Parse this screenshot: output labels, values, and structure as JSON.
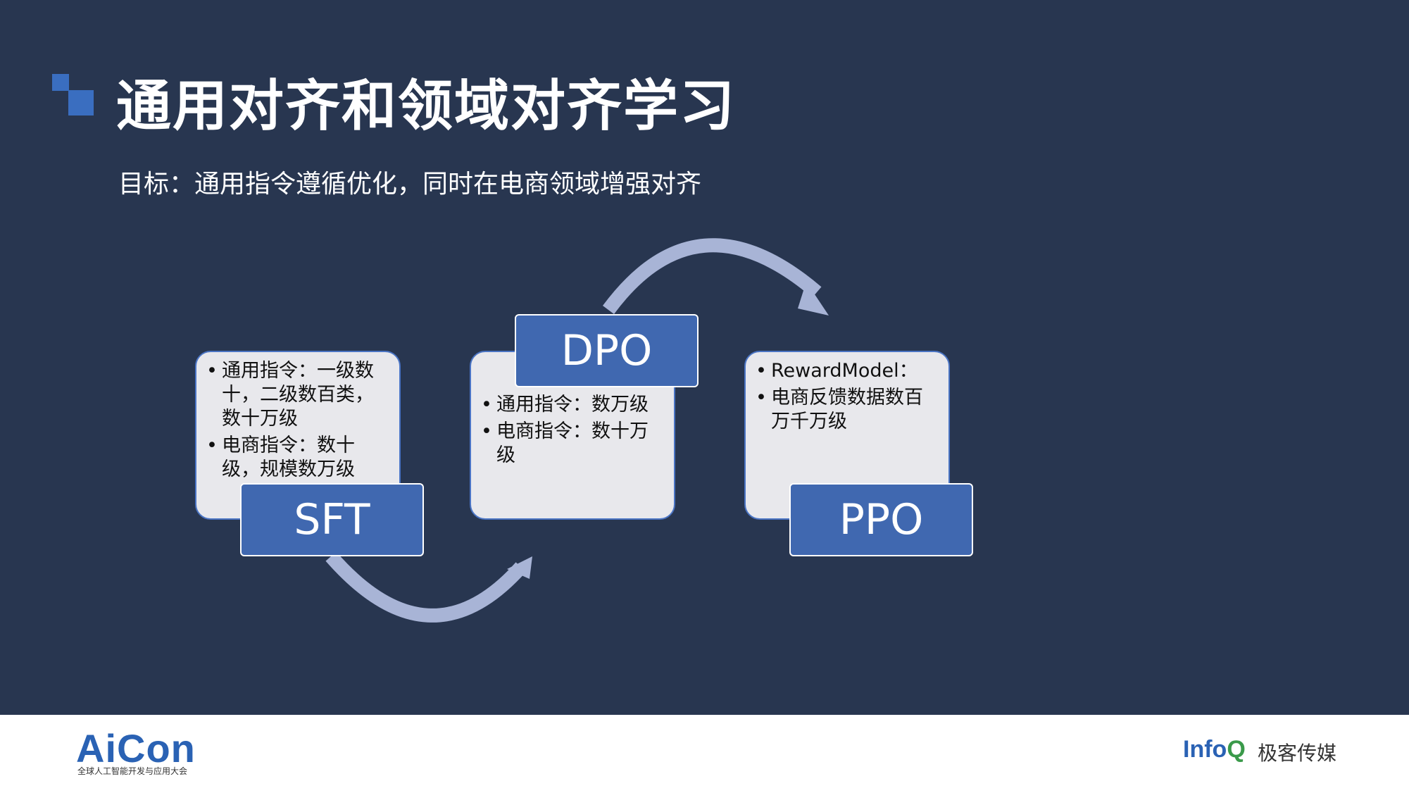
{
  "slide": {
    "title": "通用对齐和领域对齐学习",
    "subtitle": "目标：通用指令遵循优化，同时在电商领域增强对齐"
  },
  "stages": [
    {
      "label": "SFT",
      "bullets": [
        "通用指令：一级数十，二级数百类，数十万级",
        "电商指令：数十级，规模数万级"
      ]
    },
    {
      "label": "DPO",
      "bullets": [
        "通用指令：数万级",
        "电商指令：数十万级"
      ]
    },
    {
      "label": "PPO",
      "bullets": [
        "RewardModel：",
        "电商反馈数据数百万千万级"
      ]
    }
  ],
  "footer": {
    "aicon_logo": "AiCon",
    "aicon_tagline": "全球人工智能开发与应用大会",
    "infoq_logo_main": "Info",
    "infoq_logo_q": "Q",
    "geekbang_text": "极客传媒"
  },
  "colors": {
    "background": "#283650",
    "stage_box": "#4068b0",
    "card": "#e8e8ec",
    "arrow": "#a8b4d6",
    "brand_blue": "#2a62b4"
  }
}
